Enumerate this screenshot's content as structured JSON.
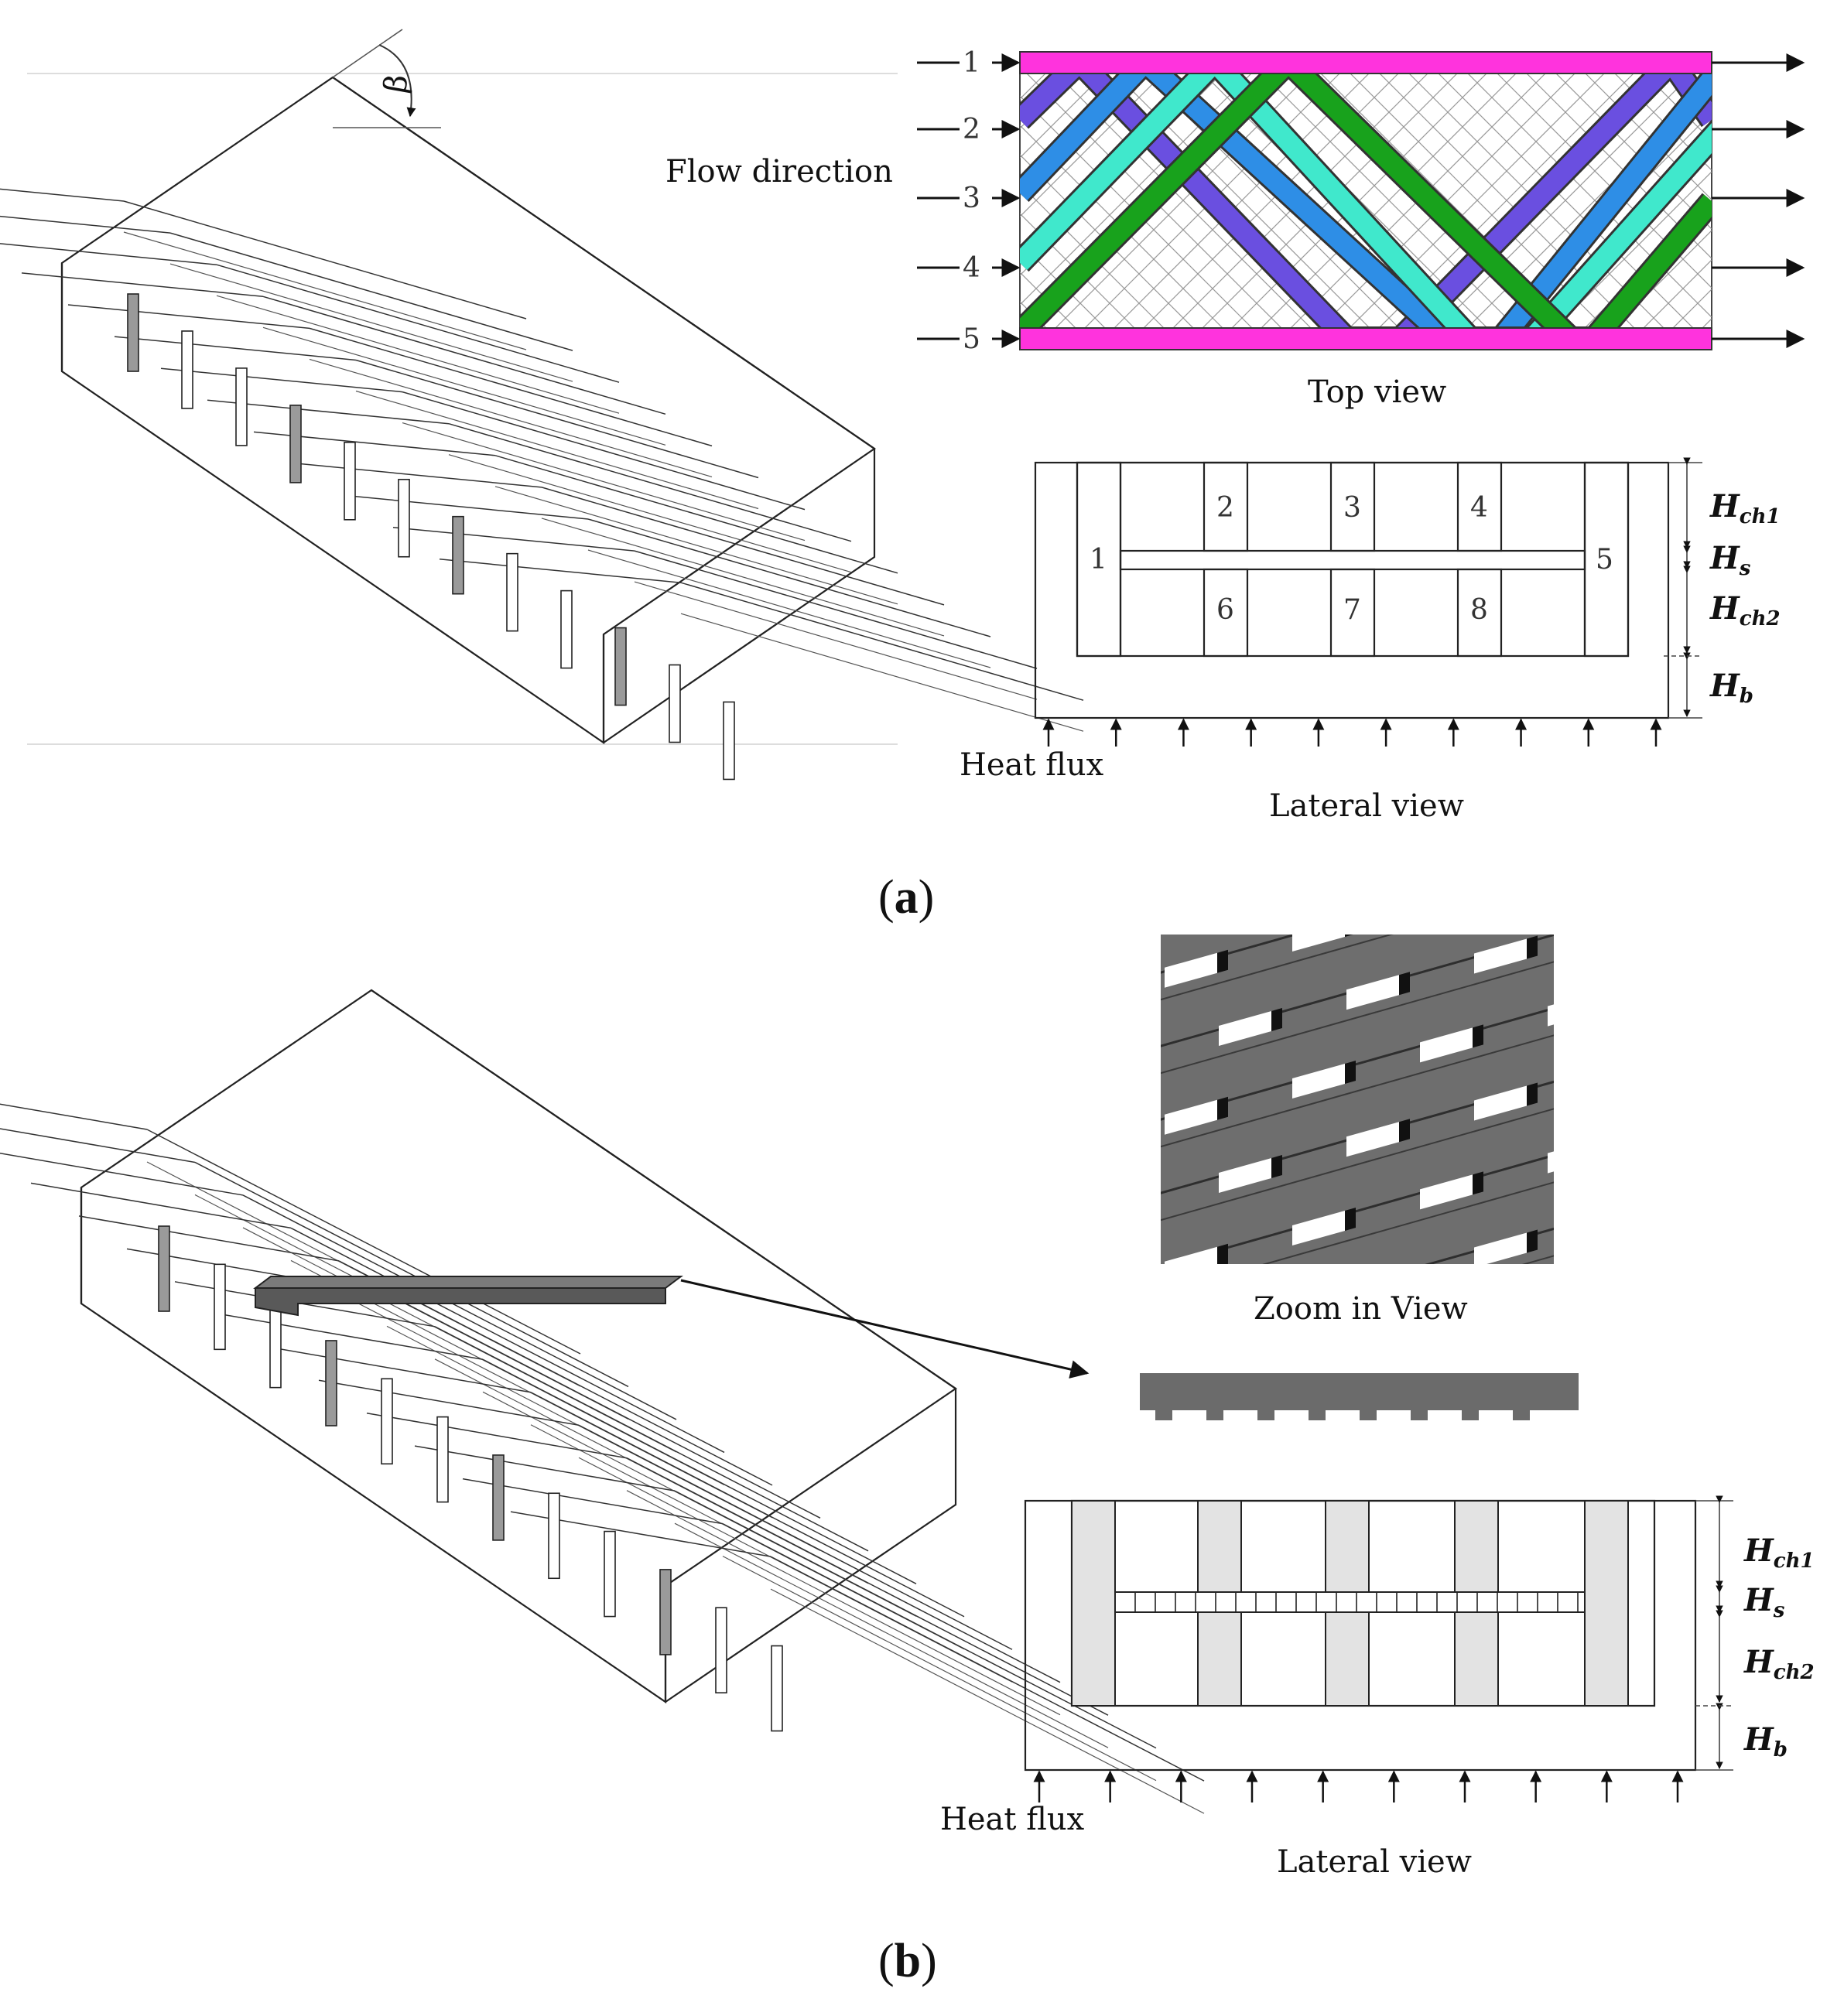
{
  "panel_a": {
    "label_open": "(",
    "label_letter": "a",
    "label_close": ")",
    "iso": {
      "flow_direction": "Flow direction",
      "angle_symbol": "β"
    },
    "top_view": {
      "title": "Top view",
      "inlet_numbers": [
        "1",
        "2",
        "3",
        "4",
        "5"
      ],
      "colors": {
        "side_channel": "#ff33dd",
        "channel_2": "#6a4fe0",
        "channel_3": "#2e8ee6",
        "channel_4": "#40e8cc",
        "channel_5": "#18a21c"
      }
    },
    "lateral_view": {
      "title": "Lateral view",
      "heat_flux": "Heat flux",
      "fin_numbers_top": [
        "2",
        "3",
        "4"
      ],
      "fin_numbers_bottom": [
        "6",
        "7",
        "8"
      ],
      "side_numbers": [
        "1",
        "5"
      ],
      "dims": [
        {
          "main": "H",
          "sub": "ch1"
        },
        {
          "main": "H",
          "sub": "s"
        },
        {
          "main": "H",
          "sub": "ch2"
        },
        {
          "main": "H",
          "sub": "b"
        }
      ]
    }
  },
  "panel_b": {
    "label_open": "(",
    "label_letter": "b",
    "label_close": ")",
    "zoom": {
      "title": "Zoom in View"
    },
    "lateral_view": {
      "title": "Lateral view",
      "heat_flux": "Heat flux",
      "dims": [
        {
          "main": "H",
          "sub": "ch1"
        },
        {
          "main": "H",
          "sub": "s"
        },
        {
          "main": "H",
          "sub": "ch2"
        },
        {
          "main": "H",
          "sub": "b"
        }
      ]
    }
  }
}
